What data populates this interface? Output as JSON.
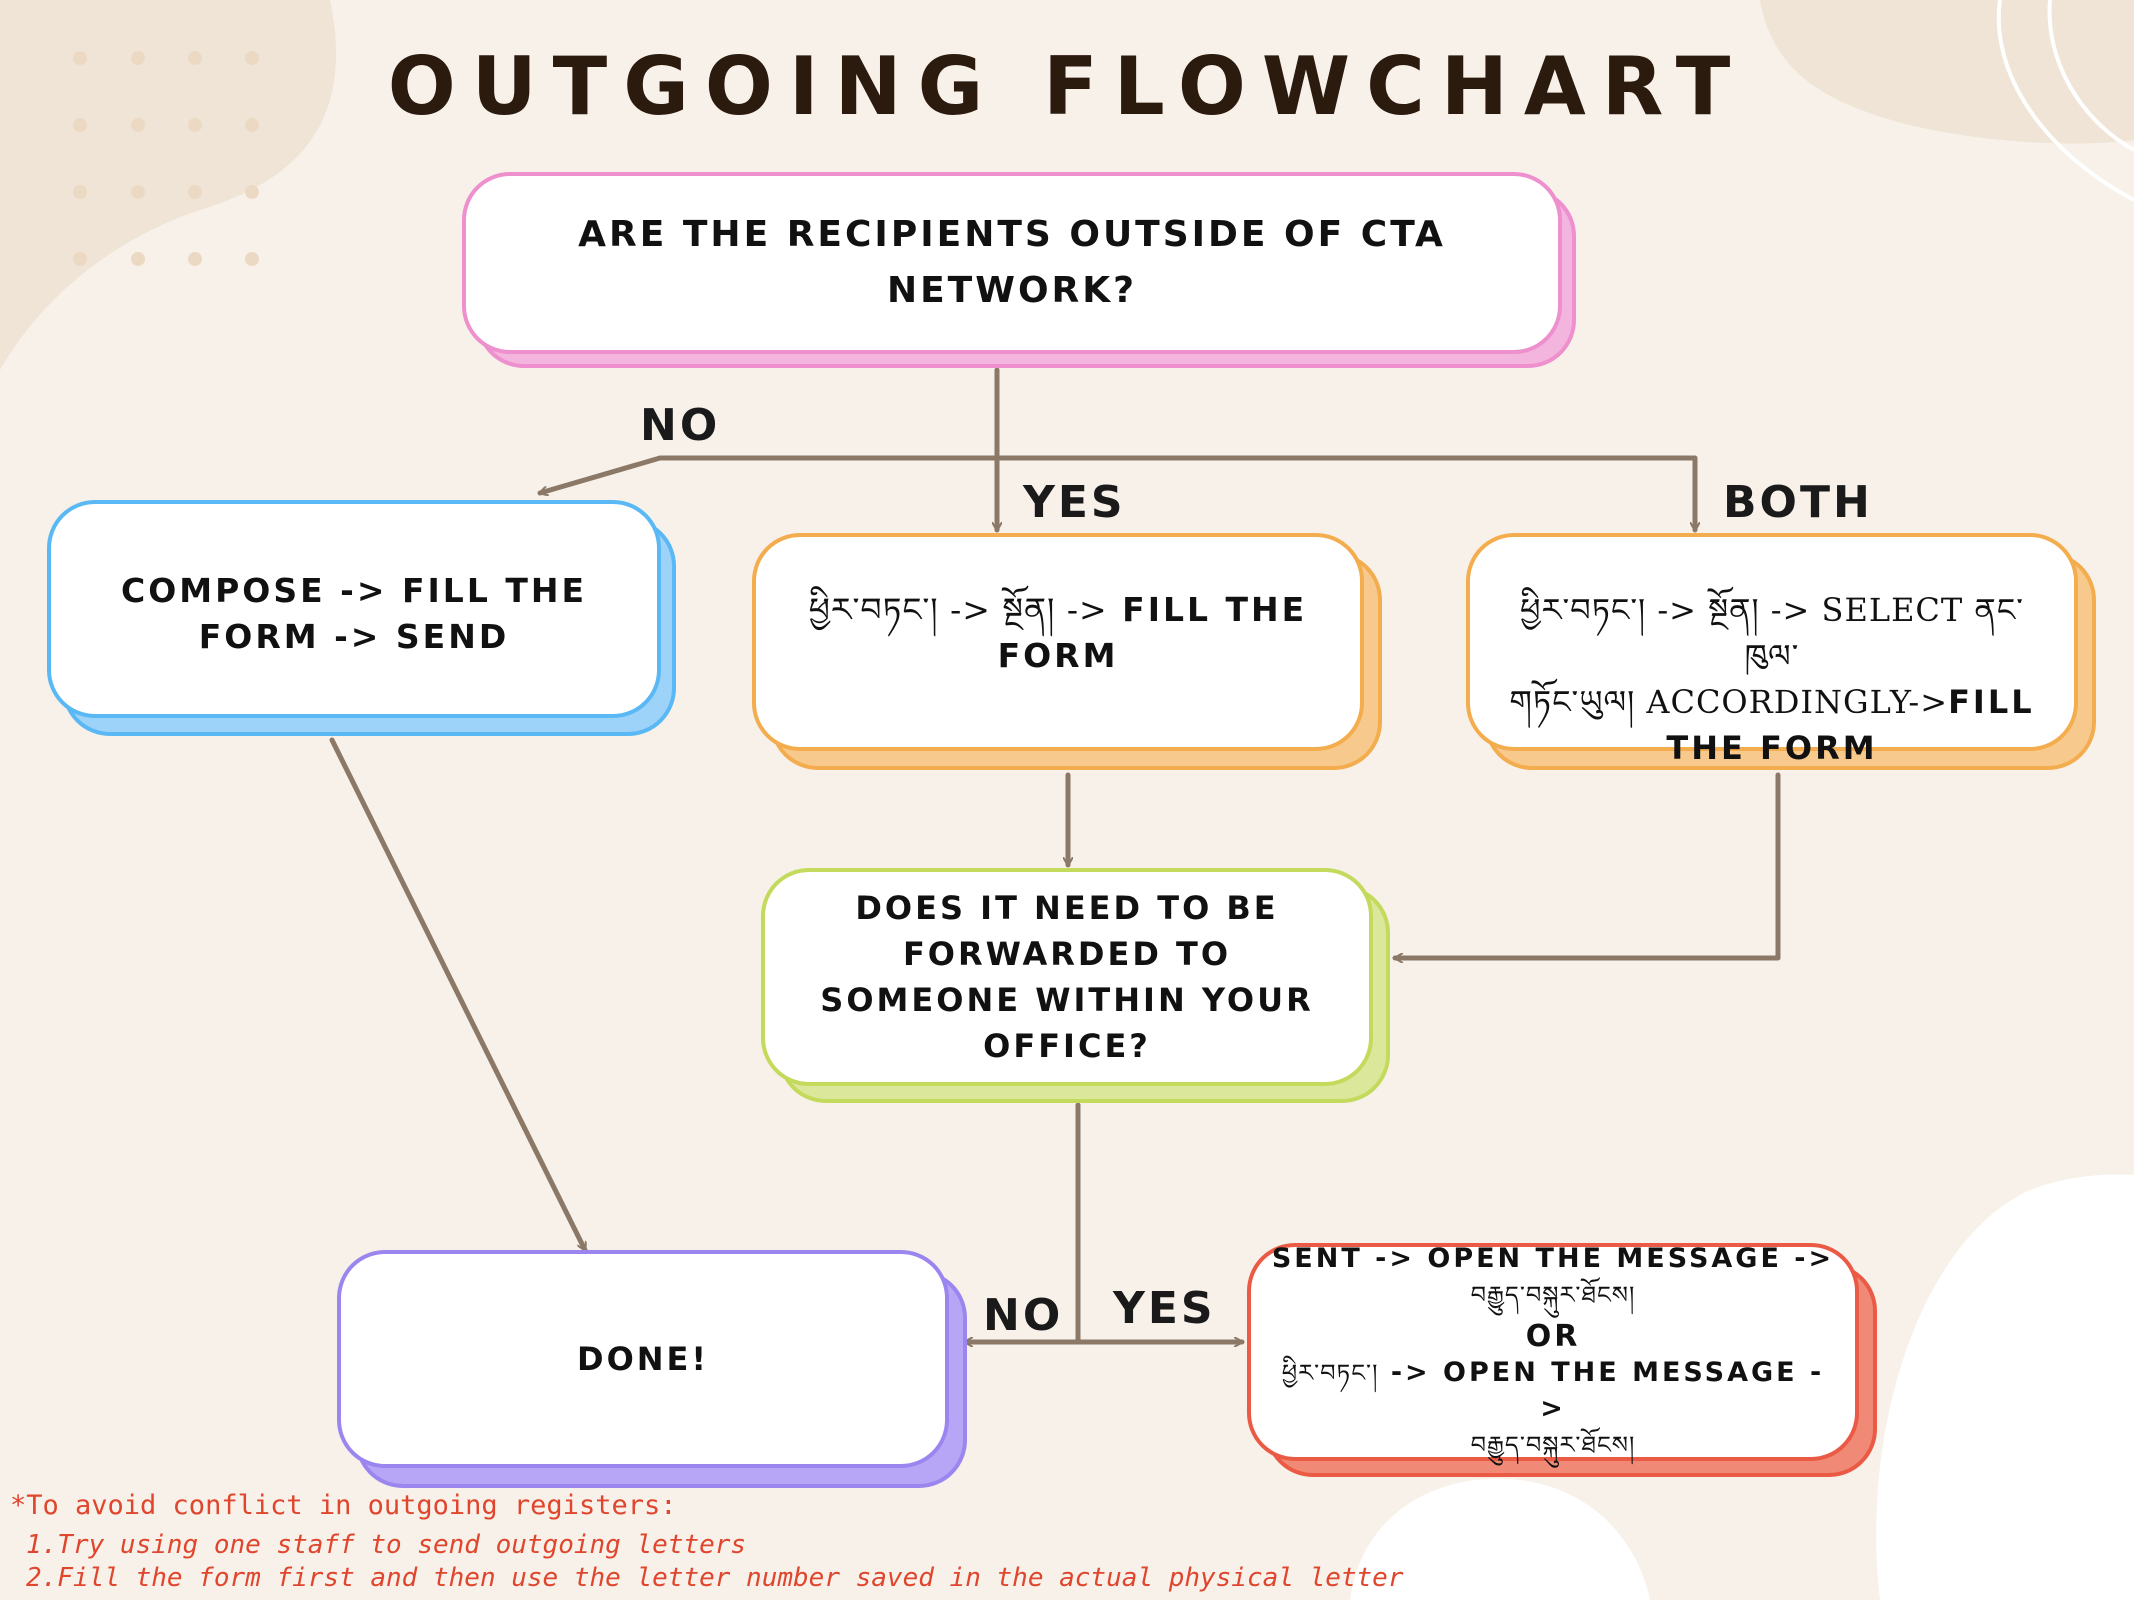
{
  "title": "OUTGOING FLOWCHART",
  "colors": {
    "background": "#f7f1e9",
    "blob": "#efe4d5",
    "arrow": "#8b7866",
    "pink": "#ee8fce",
    "blue": "#5ab8f5",
    "orange": "#f4ad4e",
    "green": "#c4da5c",
    "purple": "#9b86f0",
    "red": "#ea5a44",
    "note": "#e0452d"
  },
  "nodes": {
    "question": {
      "text": "ARE THE RECIPIENTS OUTSIDE OF CTA NETWORK?"
    },
    "no_branch": {
      "text": "COMPOSE -> FILL THE FORM -> SEND"
    },
    "yes_branch": {
      "line1_tibetan": "ཕྱིར་བཏང་། -> སྔོན། ->",
      "line1_bold": "FILL THE",
      "line2": "FORM"
    },
    "both_branch": {
      "line1": "ཕྱིར་བཏང་། -> སྔོན། -> SELECT ནང་ཁུལ་",
      "line2_normal": "གཏོང་ཡུལ། ACCORDINGLY->",
      "line2_bold": "FILL",
      "line3": "THE FORM"
    },
    "forward_question": {
      "text": "DOES IT NEED TO BE FORWARDED TO SOMEONE WITHIN YOUR OFFICE?"
    },
    "done": {
      "text": "DONE!"
    },
    "forward_steps": {
      "line1": "SENT -> OPEN THE MESSAGE ->",
      "line2": "བརྒྱུད་བསྐུར་ཐོངས།",
      "or": "OR",
      "line3_tibetan": "ཕྱིར་བཏང་།",
      "line3": "-> OPEN THE MESSAGE ->",
      "line4": "བརྒྱུད་བསྐུར་ཐོངས།"
    }
  },
  "edge_labels": {
    "no_top": "NO",
    "yes_top": "YES",
    "both": "BOTH",
    "no_bottom": "NO",
    "yes_bottom": "YES"
  },
  "notes": {
    "heading": "*To avoid conflict in outgoing registers:",
    "items": [
      "1.Try using one staff to send outgoing letters",
      "2.Fill the form first and then use the letter number saved in the actual physical letter"
    ]
  }
}
